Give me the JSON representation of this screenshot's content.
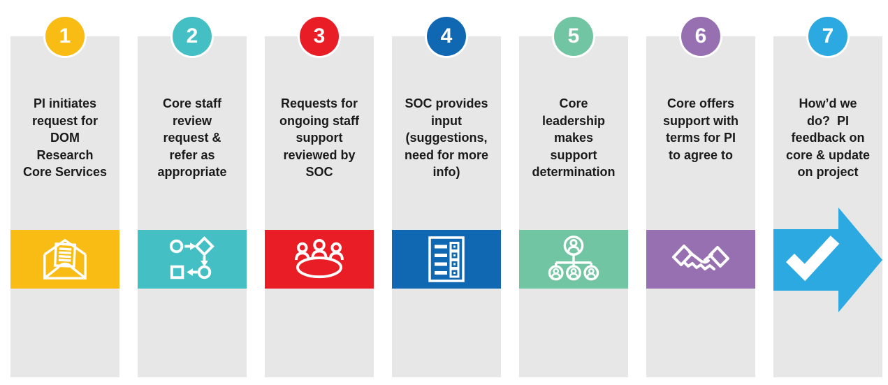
{
  "page": {
    "background": "#ffffff",
    "column_bg": "#e7e7e8",
    "text_color": "#1a1a1a",
    "icon_color": "#ffffff"
  },
  "steps": [
    {
      "number": "1",
      "label": "PI initiates\nrequest for\nDOM\nResearch\nCore Services",
      "color": "#f8bc15",
      "icon": "open-envelope-icon"
    },
    {
      "number": "2",
      "label": "Core staff\nreview\nrequest &\nrefer as\nappropriate",
      "color": "#44bfc4",
      "icon": "flowchart-icon"
    },
    {
      "number": "3",
      "label": "Requests for\nongoing staff\nsupport\nreviewed by\nSOC",
      "color": "#e81d25",
      "icon": "meeting-table-icon"
    },
    {
      "number": "4",
      "label": "SOC provides\ninput\n(suggestions,\nneed for more\ninfo)",
      "color": "#1068b2",
      "icon": "checklist-icon"
    },
    {
      "number": "5",
      "label": "Core\nleadership\nmakes\nsupport\ndetermination",
      "color": "#72c5a2",
      "icon": "org-chart-icon"
    },
    {
      "number": "6",
      "label": "Core offers\nsupport with\nterms for PI\nto agree to",
      "color": "#9770b2",
      "icon": "handshake-icon"
    },
    {
      "number": "7",
      "label": "How’d we\ndo?  PI\nfeedback on\ncore & update\non project",
      "color": "#2ba9e0",
      "icon": "arrow-check-icon"
    }
  ]
}
